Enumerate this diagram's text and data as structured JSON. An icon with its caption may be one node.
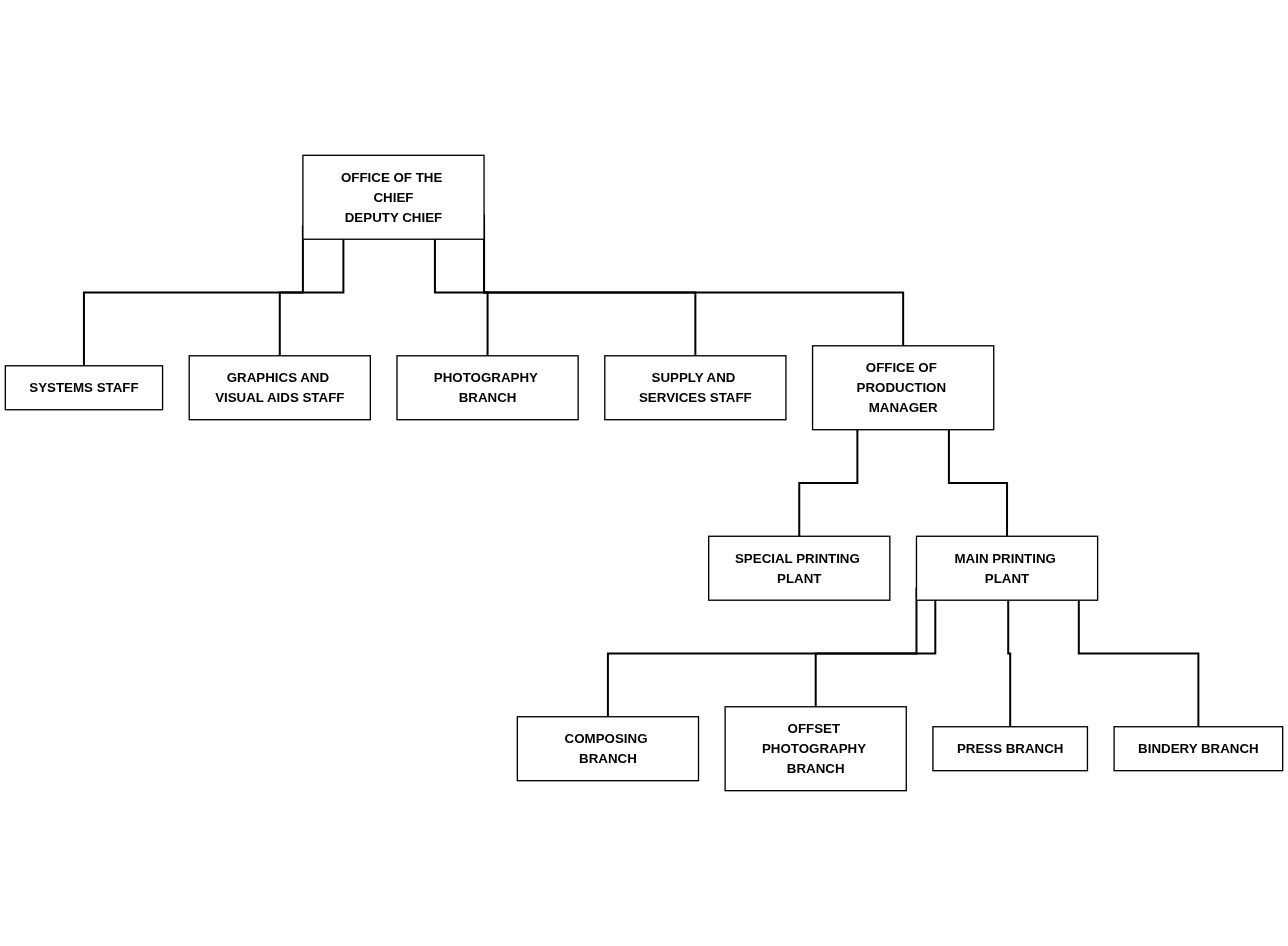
{
  "diagram": {
    "nodes": [
      {
        "text": [
          "OFFICE OF THE CHIEF",
          "DEPUTY CHIEF"
        ]
      },
      {
        "text": [
          "SYSTEMS STAFF"
        ]
      },
      {
        "text": [
          "GRAPHICS AND VISUAL AIDS STAFF"
        ]
      },
      {
        "text": [
          "PHOTOGRAPHY BRANCH"
        ]
      },
      {
        "text": [
          "SUPPLY AND SERVICES STAFF"
        ]
      },
      {
        "text": [
          "OFFICE OF PRODUCTION MANAGER"
        ]
      },
      {
        "text": [
          "SPECIAL PRINTING PLANT"
        ]
      },
      {
        "text": [
          "MAIN PRINTING PLANT"
        ]
      },
      {
        "text": [
          "COMPOSING BRANCH"
        ]
      },
      {
        "text": [
          "OFFSET PHOTOGRAPHY BRANCH"
        ]
      },
      {
        "text": [
          "PRESS BRANCH"
        ]
      },
      {
        "text": [
          "BINDERY BRANCH"
        ]
      }
    ],
    "edges": [
      {
        "from": 0,
        "to": 1,
        "arrow": "none"
      },
      {
        "from": 0,
        "to": 2,
        "arrow": "none"
      },
      {
        "from": 0,
        "to": 3,
        "arrow": "none"
      },
      {
        "from": 0,
        "to": 4,
        "arrow": "none"
      },
      {
        "from": 0,
        "to": 5,
        "arrow": "none"
      },
      {
        "from": 5,
        "to": 6,
        "arrow": "none"
      },
      {
        "from": 5,
        "to": 7,
        "arrow": "none"
      },
      {
        "from": 7,
        "to": 8,
        "arrow": "none"
      },
      {
        "from": 7,
        "to": 9,
        "arrow": "none"
      },
      {
        "from": 7,
        "to": 10,
        "arrow": "none"
      },
      {
        "from": 7,
        "to": 11,
        "arrow": "none"
      }
    ]
  }
}
